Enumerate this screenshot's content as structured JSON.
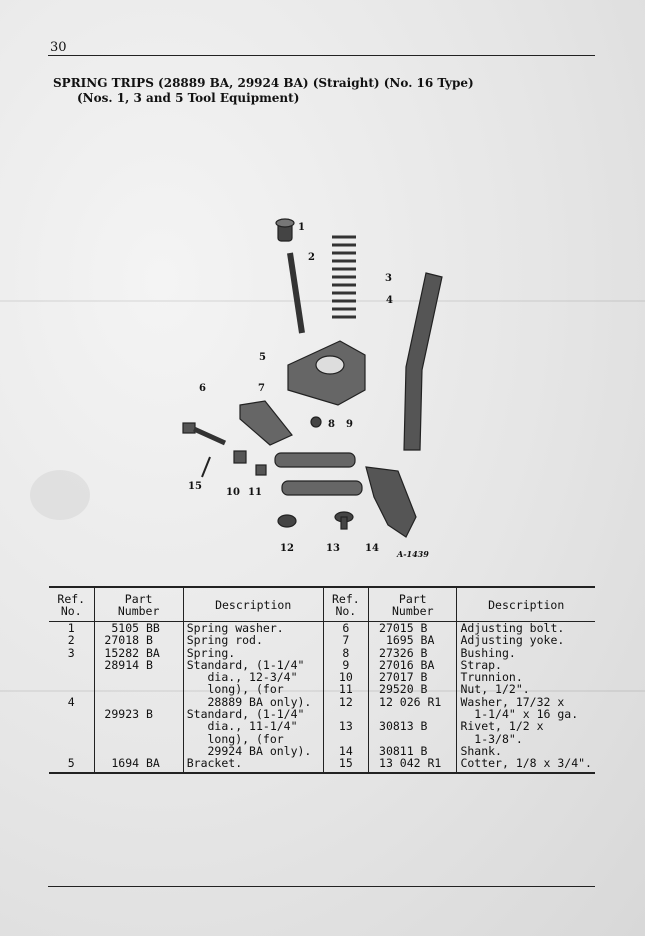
{
  "page": {
    "number": "30",
    "title_line1": "SPRING TRIPS (28889 BA, 29924 BA) (Straight) (No. 16 Type)",
    "title_line2": "(Nos. 1, 3 and 5 Tool Equipment)"
  },
  "figure": {
    "callouts": [
      "1",
      "2",
      "3",
      "4",
      "5",
      "6",
      "7",
      "8",
      "9",
      "10",
      "11",
      "12",
      "13",
      "14",
      "15"
    ],
    "code": "A-1439"
  },
  "table": {
    "headers": [
      "Ref.\nNo.",
      "Part\nNumber",
      "Description",
      "Ref.\nNo.",
      "Part\nNumber",
      "Description"
    ],
    "rows": [
      [
        "",
        "",
        "",
        "",
        "",
        ""
      ],
      [
        "1",
        "  5105 BB",
        "Spring washer.",
        "6",
        " 27015 B",
        "Adjusting bolt."
      ],
      [
        "2",
        " 27018 B",
        "Spring rod.",
        "7",
        "  1695 BA",
        "Adjusting yoke."
      ],
      [
        "3",
        " 15282 BA",
        "Spring.",
        "8",
        " 27326 B",
        "Bushing."
      ],
      [
        "",
        " 28914 B",
        "Standard, (1-1/4\"",
        "9",
        " 27016 BA",
        "Strap."
      ],
      [
        "",
        "",
        "   dia., 12-3/4\"",
        "10",
        " 27017 B",
        "Trunnion."
      ],
      [
        "",
        "",
        "   long), (for",
        "11",
        " 29520 B",
        "Nut, 1/2\"."
      ],
      [
        "4",
        "",
        "   28889 BA only).",
        "12",
        " 12 026 R1",
        "Washer, 17/32 x"
      ],
      [
        "",
        " 29923 B",
        "Standard, (1-1/4\"",
        "",
        "",
        "  1-1/4\" x 16 ga."
      ],
      [
        "",
        "",
        "   dia., 11-1/4\"",
        "13",
        " 30813 B",
        "Rivet, 1/2 x"
      ],
      [
        "",
        "",
        "   long), (for",
        "",
        "",
        "  1-3/8\"."
      ],
      [
        "",
        "",
        "   29924 BA only).",
        "14",
        " 30811 B",
        "Shank."
      ],
      [
        "5",
        "  1694 BA",
        "Bracket.",
        "15",
        " 13 042 R1",
        "Cotter, 1/8 x 3/4\"."
      ]
    ]
  }
}
